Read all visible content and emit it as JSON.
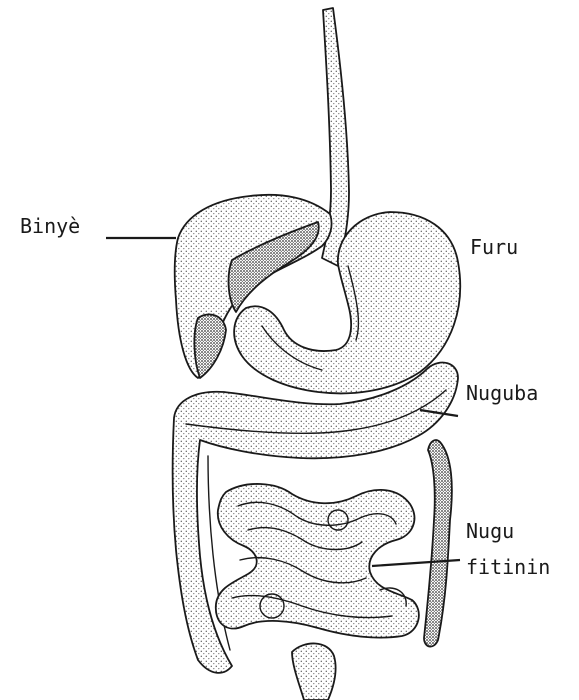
{
  "labels": {
    "liver": "Binyè",
    "stomach": "Furu",
    "large_intestine": "Nuguba",
    "small_intestine_line1": "Nugu",
    "small_intestine_line2": "fitinin"
  }
}
